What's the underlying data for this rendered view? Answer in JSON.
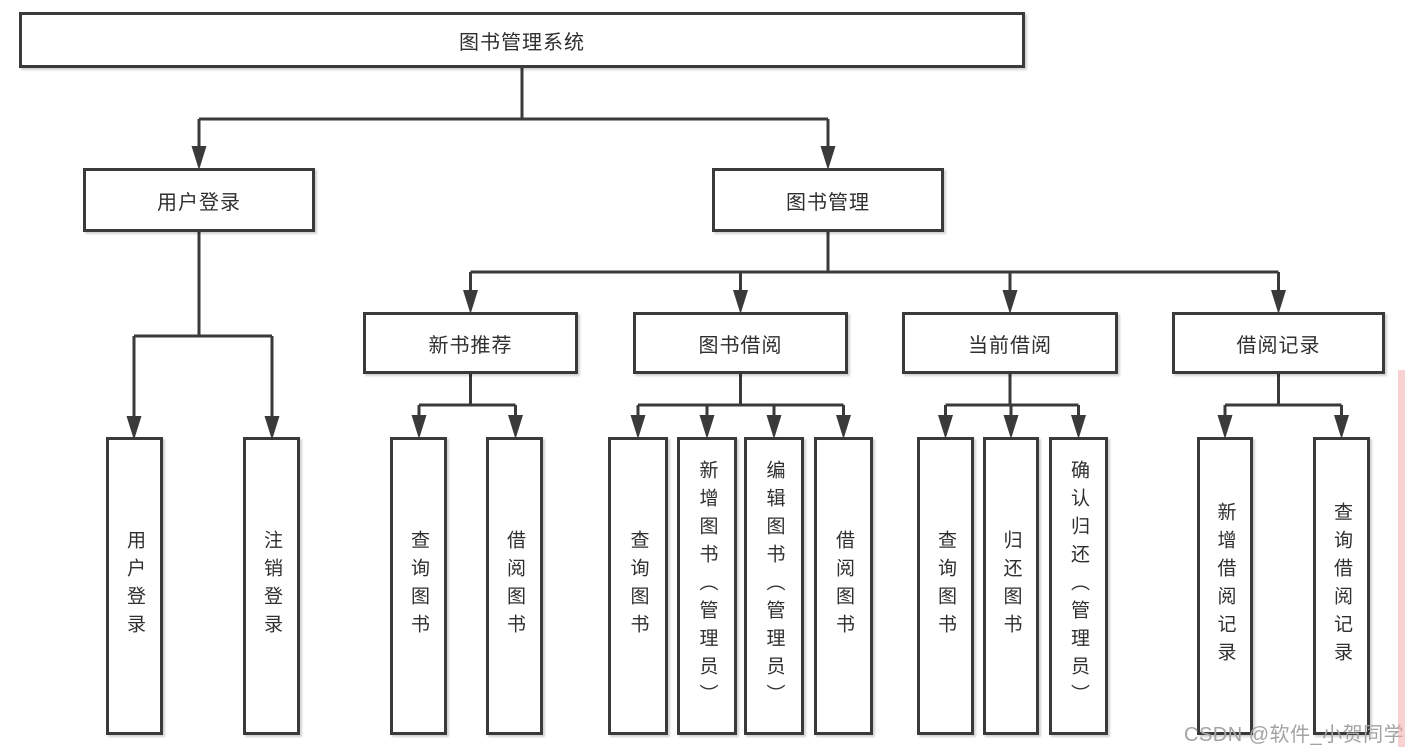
{
  "colors": {
    "line": "#3a3a3a",
    "box_border": "#3a3a3a",
    "box_fill": "#ffffff",
    "text": "#2f2f2f",
    "watermark_text": "#a3a3a3",
    "accent_strip": "#f2a6a6",
    "background": "#ffffff"
  },
  "watermark": {
    "text": "CSDN @软件_小贺同学"
  },
  "tree": {
    "root": {
      "label": "图书管理系统",
      "children": [
        {
          "label": "用户登录",
          "children": [
            {
              "label": "用户登录"
            },
            {
              "label": "注销登录"
            }
          ]
        },
        {
          "label": "图书管理",
          "children": [
            {
              "label": "新书推荐",
              "children": [
                {
                  "label": "查询图书"
                },
                {
                  "label": "借阅图书"
                }
              ]
            },
            {
              "label": "图书借阅",
              "children": [
                {
                  "label": "查询图书"
                },
                {
                  "label": "新增图书（管理员）"
                },
                {
                  "label": "编辑图书（管理员）"
                },
                {
                  "label": "借阅图书"
                }
              ]
            },
            {
              "label": "当前借阅",
              "children": [
                {
                  "label": "查询图书"
                },
                {
                  "label": "归还图书"
                },
                {
                  "label": "确认归还（管理员）"
                }
              ]
            },
            {
              "label": "借阅记录",
              "children": [
                {
                  "label": "新增借阅记录"
                },
                {
                  "label": "查询借阅记录"
                }
              ]
            }
          ]
        }
      ]
    }
  }
}
